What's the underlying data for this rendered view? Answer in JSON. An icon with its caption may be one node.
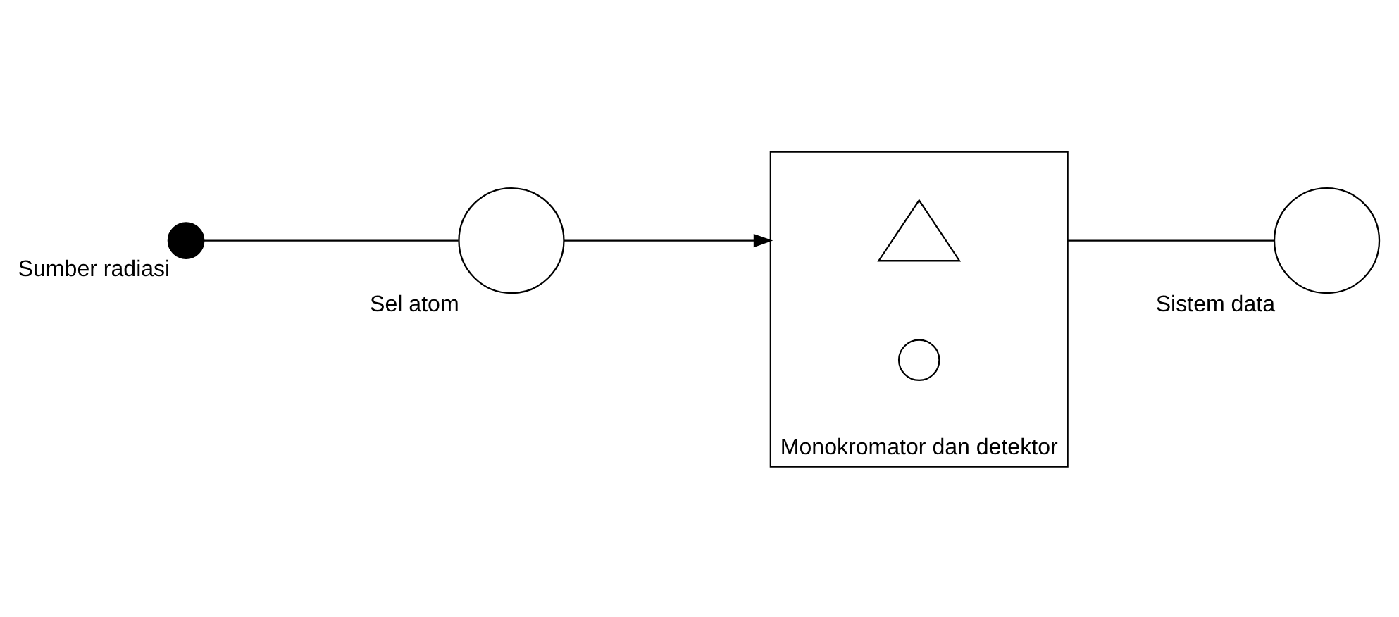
{
  "diagram": {
    "nodes": [
      {
        "text": [],
        "shape": "circle",
        "beside": [
          "Sumber radiasi"
        ]
      },
      {
        "text": [],
        "shape": "circle",
        "beside": [
          "Sel atom"
        ]
      },
      {
        "text": [],
        "shape": "box",
        "beside": [
          "Monokromator dan detektor"
        ]
      },
      {
        "text": [],
        "shape": "triangle",
        "in": 2
      },
      {
        "text": [],
        "shape": "circle",
        "in": 2
      },
      {
        "text": [],
        "shape": "circle",
        "beside": [
          "Sistem data"
        ]
      }
    ],
    "edges": [
      {
        "from": 0,
        "to": 1,
        "arrow": "none"
      },
      {
        "from": 1,
        "to": 2,
        "arrow": "to"
      },
      {
        "from": 2,
        "to": 5,
        "arrow": "none"
      }
    ]
  }
}
